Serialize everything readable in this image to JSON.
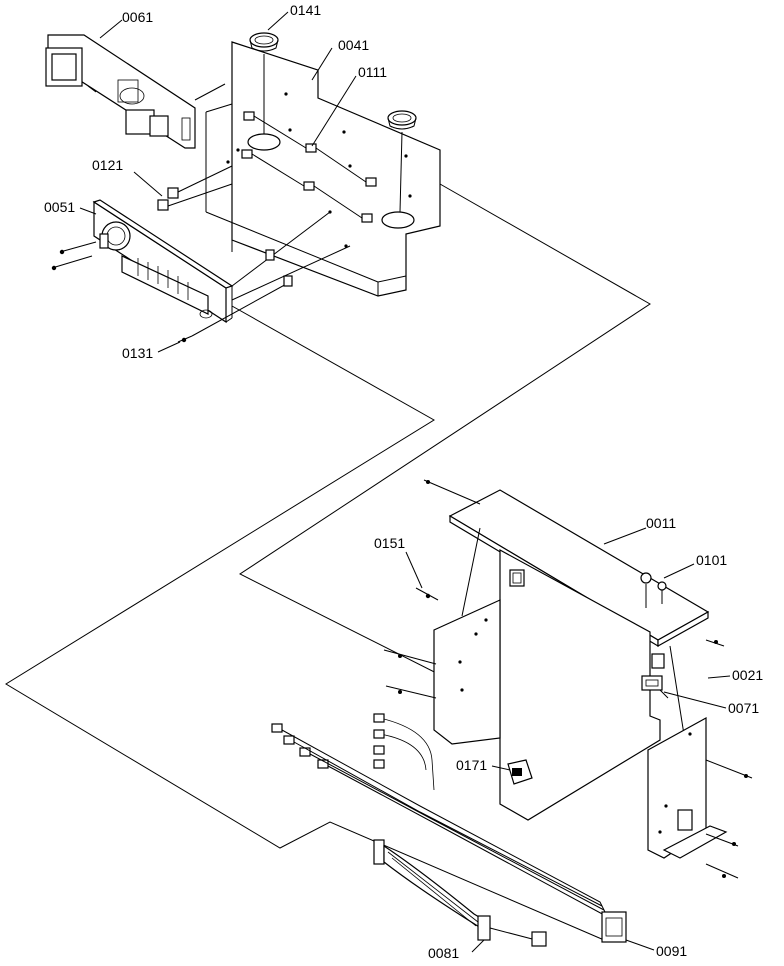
{
  "parts": {
    "p0061": "0061",
    "p0141": "0141",
    "p0041": "0041",
    "p0111": "0111",
    "p0121": "0121",
    "p0051": "0051",
    "p0131": "0131",
    "p0011": "0011",
    "p0151": "0151",
    "p0101": "0101",
    "p0021": "0021",
    "p0071": "0071",
    "p0171": "0171",
    "p0081": "0081",
    "p0091": "0091"
  },
  "colors": {
    "ink": "#000000",
    "paper": "#ffffff"
  }
}
